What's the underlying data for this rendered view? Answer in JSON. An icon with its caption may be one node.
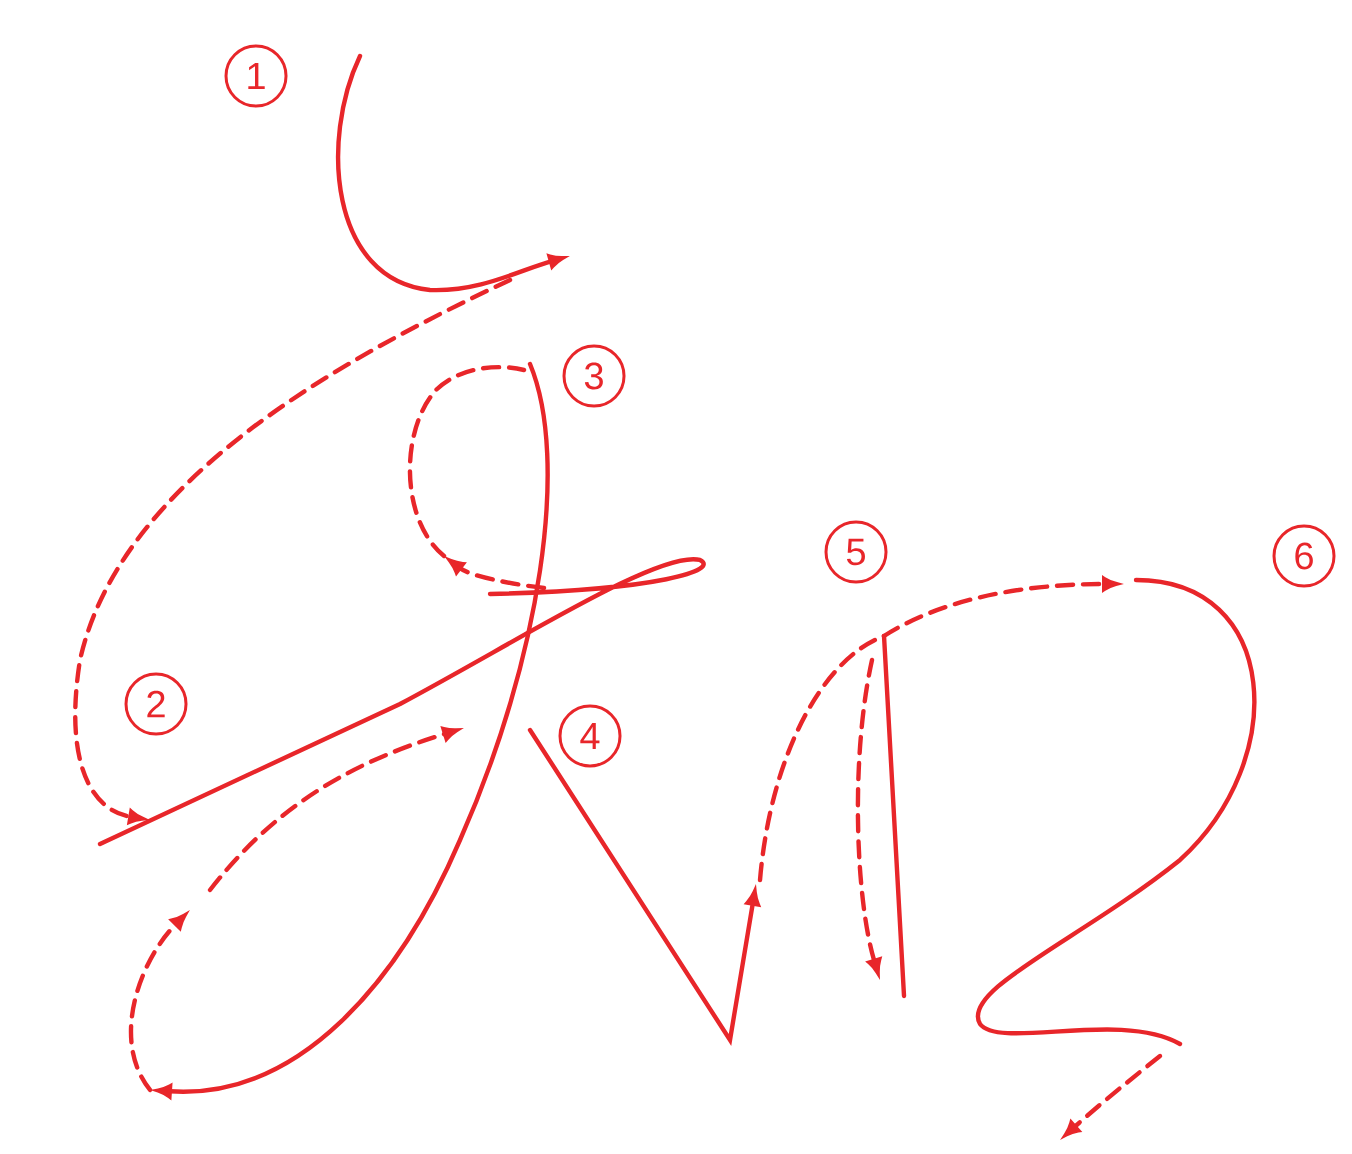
{
  "diagram": {
    "labels": [
      "1",
      "3",
      "5",
      "6",
      "2",
      "4"
    ]
  }
}
